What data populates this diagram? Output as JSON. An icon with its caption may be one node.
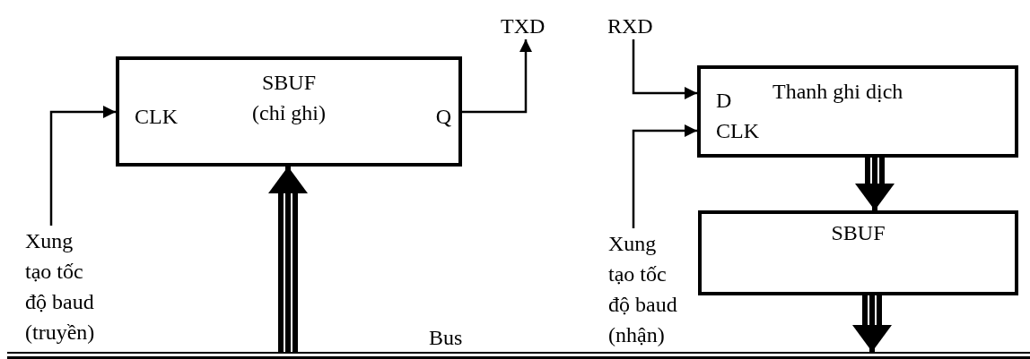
{
  "diagram": {
    "nodes": [
      {
        "text": [
          "CLK",
          "SBUF (chỉ ghi)",
          "Q"
        ]
      },
      {
        "text": [
          "Xung tạo tốc độ baud (truyền)"
        ]
      },
      {
        "text": [
          "TXD"
        ]
      },
      {
        "text": [
          "RXD"
        ]
      },
      {
        "text": [
          "D",
          "Thanh ghi dịch",
          "CLK"
        ]
      },
      {
        "text": [
          "Xung tạo tốc độ baud (nhận)"
        ]
      },
      {
        "text": [
          "SBUF"
        ]
      },
      {
        "text": [
          "Bus"
        ]
      }
    ],
    "edges": [
      {
        "from": 1,
        "to": 0,
        "arrow": "to"
      },
      {
        "from": 0,
        "to": 2,
        "arrow": "to"
      },
      {
        "from": 3,
        "to": 4,
        "arrow": "to"
      },
      {
        "from": 5,
        "to": 4,
        "arrow": "to"
      },
      {
        "from": 7,
        "to": 0,
        "arrow": "to",
        "style": "thick"
      },
      {
        "from": 4,
        "to": 6,
        "arrow": "to",
        "style": "thick"
      },
      {
        "from": 6,
        "to": 7,
        "arrow": "to",
        "style": "thick"
      }
    ]
  }
}
